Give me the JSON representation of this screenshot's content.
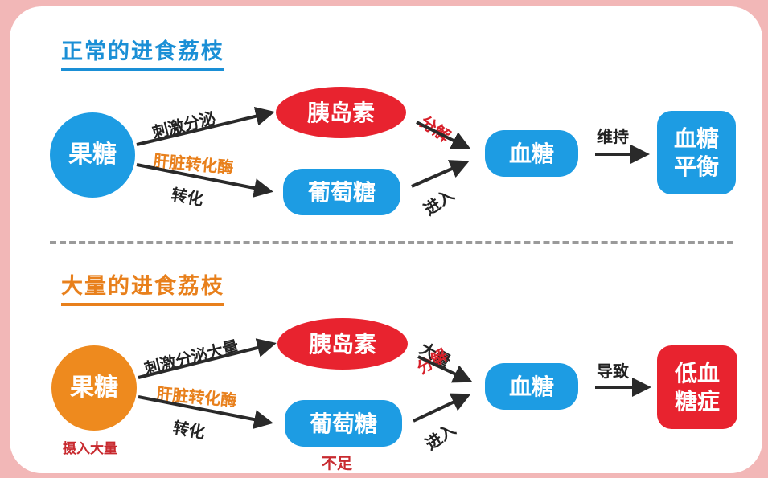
{
  "top": {
    "title": "正常的进食荔枝",
    "fructose": "果糖",
    "insulin": "胰岛素",
    "glucose": "葡萄糖",
    "blood_sugar": "血糖",
    "result": "血糖\n平衡",
    "edge_stimulate": "刺激分泌",
    "edge_liver_enzyme": "肝脏转化酶",
    "edge_convert": "转化",
    "edge_decompose": "分解",
    "edge_enter": "进入",
    "edge_maintain": "维持"
  },
  "bottom": {
    "title": "大量的进食荔枝",
    "fructose": "果糖",
    "intake_note": "摄入大量",
    "insulin": "胰岛素",
    "glucose": "葡萄糖",
    "glucose_note": "不足",
    "blood_sugar": "血糖",
    "result": "低血\n糖症",
    "edge_stimulate": "刺激分泌大量",
    "edge_liver_enzyme": "肝脏转化酶",
    "edge_convert": "转化",
    "edge_massive": "大量",
    "edge_decompose": "分解",
    "edge_enter": "进入",
    "edge_cause": "导致"
  },
  "colors": {
    "blue": "#1d9ce3",
    "orange": "#ee8a1e",
    "red": "#e8232f",
    "background": "#f2b7b7"
  }
}
